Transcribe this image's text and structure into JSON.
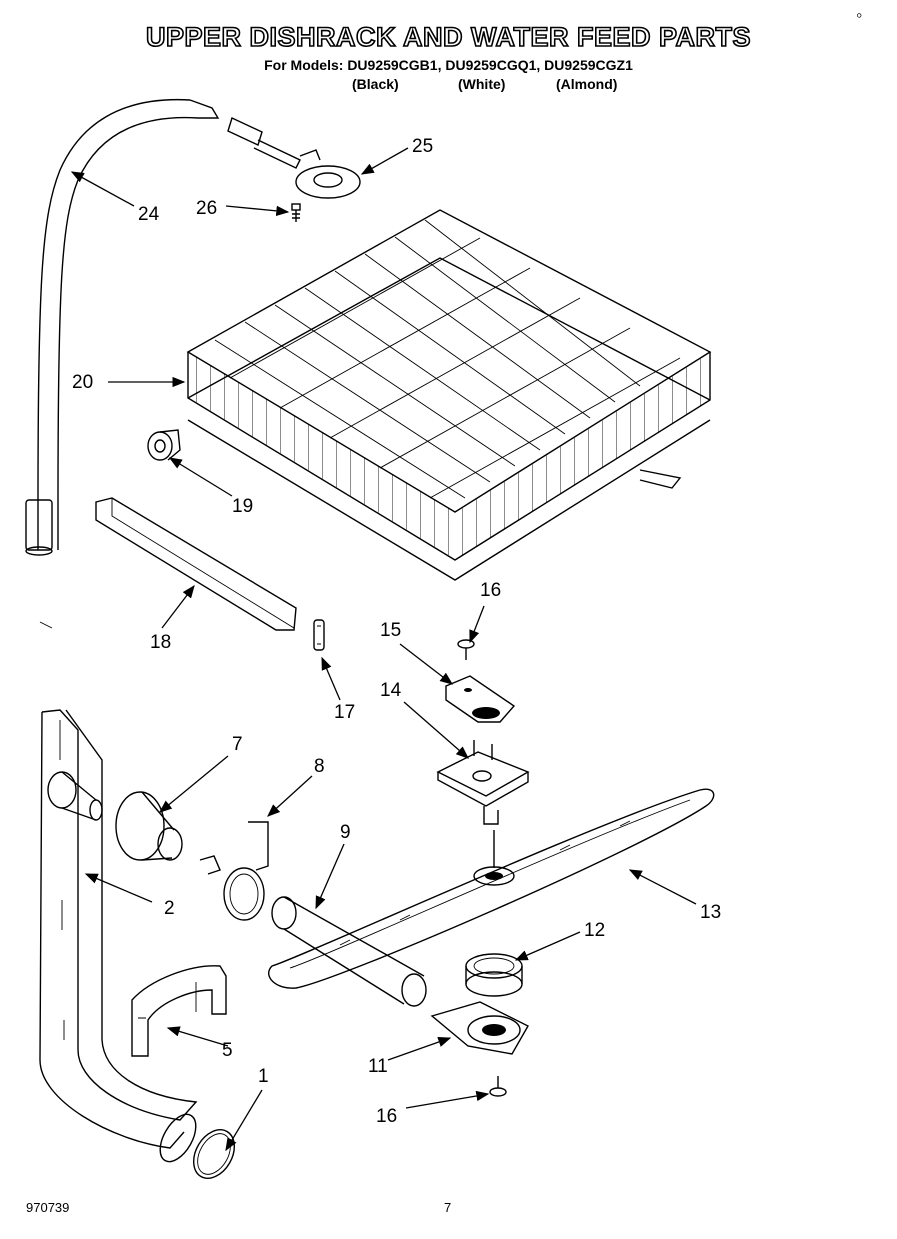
{
  "title": "UPPER DISHRACK AND WATER FEED PARTS",
  "models_line": "For Models: DU9259CGB1, DU9259CGQ1, DU9259CGZ1",
  "colors": [
    "(Black)",
    "(White)",
    "(Almond)"
  ],
  "corner_mark": "◦",
  "footer": {
    "code": "970739",
    "page": "7"
  },
  "callouts": {
    "c1": "1",
    "c2": "2",
    "c5": "5",
    "c7": "7",
    "c8": "8",
    "c9": "9",
    "c11": "11",
    "c12": "12",
    "c13": "13",
    "c14": "14",
    "c15": "15",
    "c16a": "16",
    "c16b": "16",
    "c17": "17",
    "c18": "18",
    "c19": "19",
    "c20": "20",
    "c24": "24",
    "c25": "25",
    "c26": "26"
  }
}
